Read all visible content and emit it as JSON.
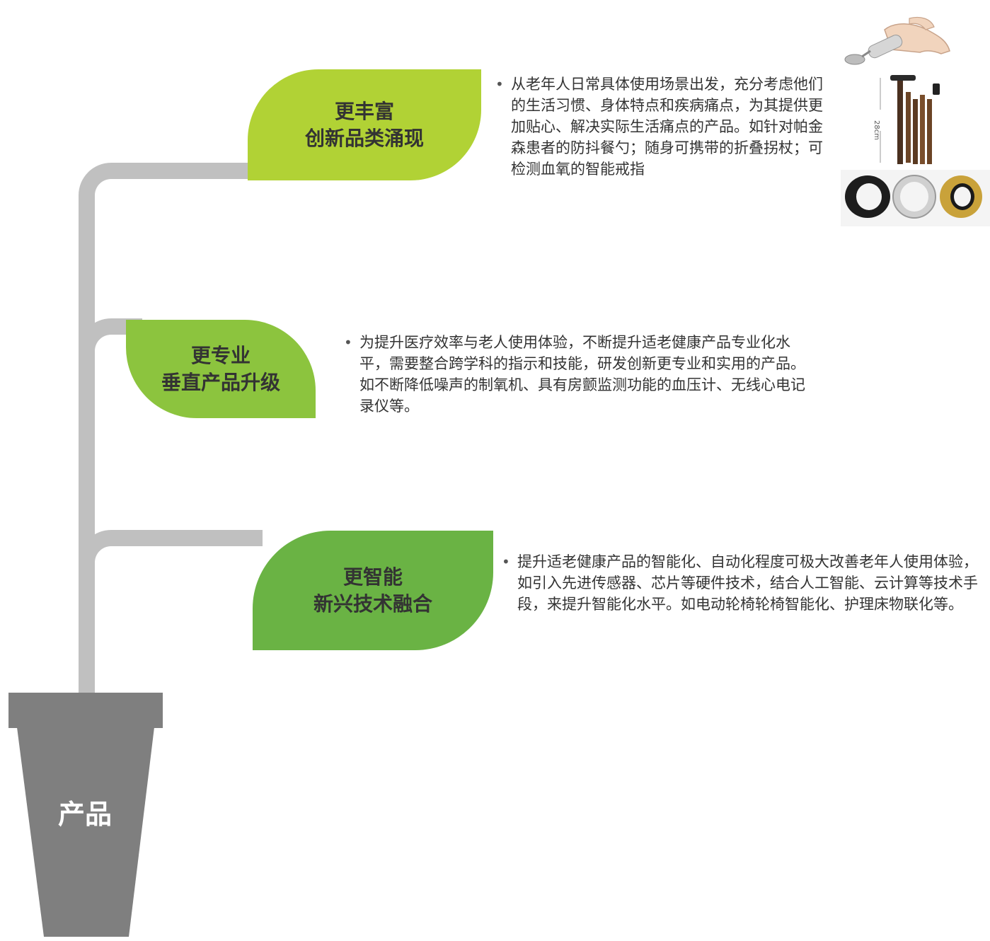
{
  "root": {
    "label": "产品"
  },
  "branches": [
    {
      "title": "更丰富",
      "subtitle": "创新品类涌现",
      "color": "#b1d235",
      "text": "从老年人日常具体使用场景出发，充分考虑他们的生活习惯、身体特点和疾病痛点，为其提供更加贴心、解决实际生活痛点的产品。如针对帕金森患者的防抖餐勺；随身可携带的折叠拐杖；可检测血氧的智能戒指"
    },
    {
      "title": "更专业",
      "subtitle": "垂直产品升级",
      "color": "#8cc43e",
      "text": "为提升医疗效率与老人使用体验，不断提升适老健康产品专业化水平，需要整合跨学科的指示和技能，研发创新更专业和实用的产品。如不断降低噪声的制氧机、具有房颤监测功能的血压计、无线心电记录仪等。"
    },
    {
      "title": "更智能",
      "subtitle": "新兴技术融合",
      "color": "#6ab344",
      "text": "提升适老健康产品的智能化、自动化程度可极大改善老年人使用体验，如引入先进传感器、芯片等硬件技术，结合人工智能、云计算等技术手段，来提升智能化水平。如电动轮椅轮椅智能化、护理床物联化等。"
    }
  ],
  "images": {
    "spoon_icon": "anti-tremor-spoon-icon",
    "cane_icon": "folding-cane-icon",
    "cane_dimension": "28cm",
    "rings_icon": "smart-rings-icon"
  }
}
